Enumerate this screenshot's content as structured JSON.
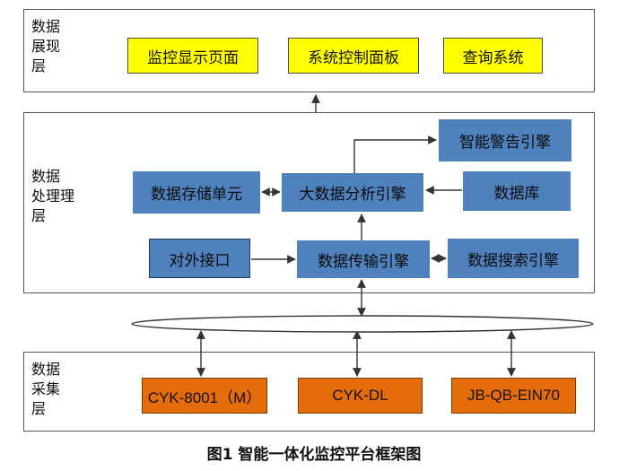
{
  "layers": {
    "presentation": {
      "label_lines": [
        "数据",
        "展现",
        "层"
      ]
    },
    "processing": {
      "label_lines": [
        "数据",
        "处理理",
        "层"
      ]
    },
    "collection": {
      "label_lines": [
        "数据",
        "采集",
        "层"
      ]
    }
  },
  "presentation_boxes": {
    "monitor": "监控显示页面",
    "control": "系统控制面板",
    "query": "查询系统"
  },
  "processing_boxes": {
    "alert": "智能警告引擎",
    "storage": "数据存储单元",
    "analysis": "大数据分析引擎",
    "database": "数据库",
    "external": "对外接口",
    "transport": "数据传输引擎",
    "search": "数据搜索引擎"
  },
  "collection_boxes": {
    "device1": "CYK-8001（M）",
    "device2": "CYK-DL",
    "device3": "JB-QB-EIN70"
  },
  "caption": "图1 智能一体化监控平台框架图",
  "colors": {
    "yellow": "#ffff00",
    "blue": "#4f81bd",
    "orange": "#e46c0a",
    "line": "#333333"
  }
}
